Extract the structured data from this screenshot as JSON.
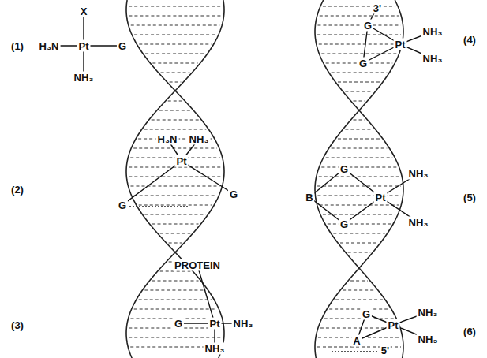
{
  "diagram": {
    "labels": [
      "(1)",
      "X",
      "H₃N",
      "Pt",
      "G",
      "NH₃",
      "3'",
      "G",
      "Pt",
      "NH₃",
      "NH₃",
      "G",
      "(4)",
      "H₃N",
      "NH₃",
      "Pt",
      "G",
      "G",
      "(2)",
      "G",
      "NH₃",
      "B",
      "Pt",
      "(5)",
      "G",
      "NH₃",
      "PROTEIN",
      "(3)",
      "G",
      "Pt",
      "NH₃",
      "NH₃",
      "G",
      "NH₃",
      "Pt",
      "(6)",
      "A",
      "NH₃",
      "5'"
    ]
  }
}
